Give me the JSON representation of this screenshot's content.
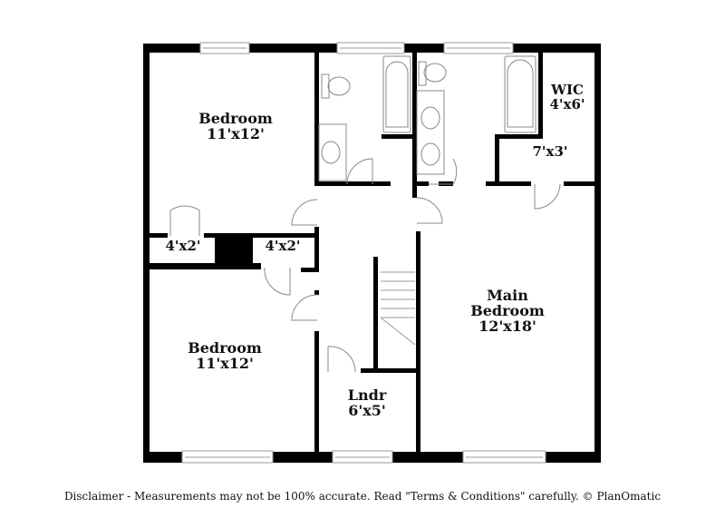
{
  "floorplan": {
    "rooms": [
      {
        "id": "bedroom-1",
        "name": "Bedroom",
        "dims": "11'x12'"
      },
      {
        "id": "bedroom-2",
        "name": "Bedroom",
        "dims": "11'x12'"
      },
      {
        "id": "closet-1",
        "name": "",
        "dims": "4'x2'"
      },
      {
        "id": "closet-2",
        "name": "",
        "dims": "4'x2'"
      },
      {
        "id": "wic",
        "name": "WIC",
        "dims": "4'x6'"
      },
      {
        "id": "closet-3",
        "name": "",
        "dims": "7'x3'"
      },
      {
        "id": "main-bedroom",
        "name": "Main Bedroom",
        "name_line1": "Main",
        "name_line2": "Bedroom",
        "dims": "12'x18'"
      },
      {
        "id": "laundry",
        "name": "Lndr",
        "dims": "6'x5'"
      }
    ],
    "colors": {
      "wall": "#000000",
      "fixture": "#888888",
      "background": "#ffffff"
    }
  },
  "disclaimer": "Disclaimer - Measurements may not be 100% accurate. Read \"Terms & Conditions\" carefully. © PlanOmatic"
}
